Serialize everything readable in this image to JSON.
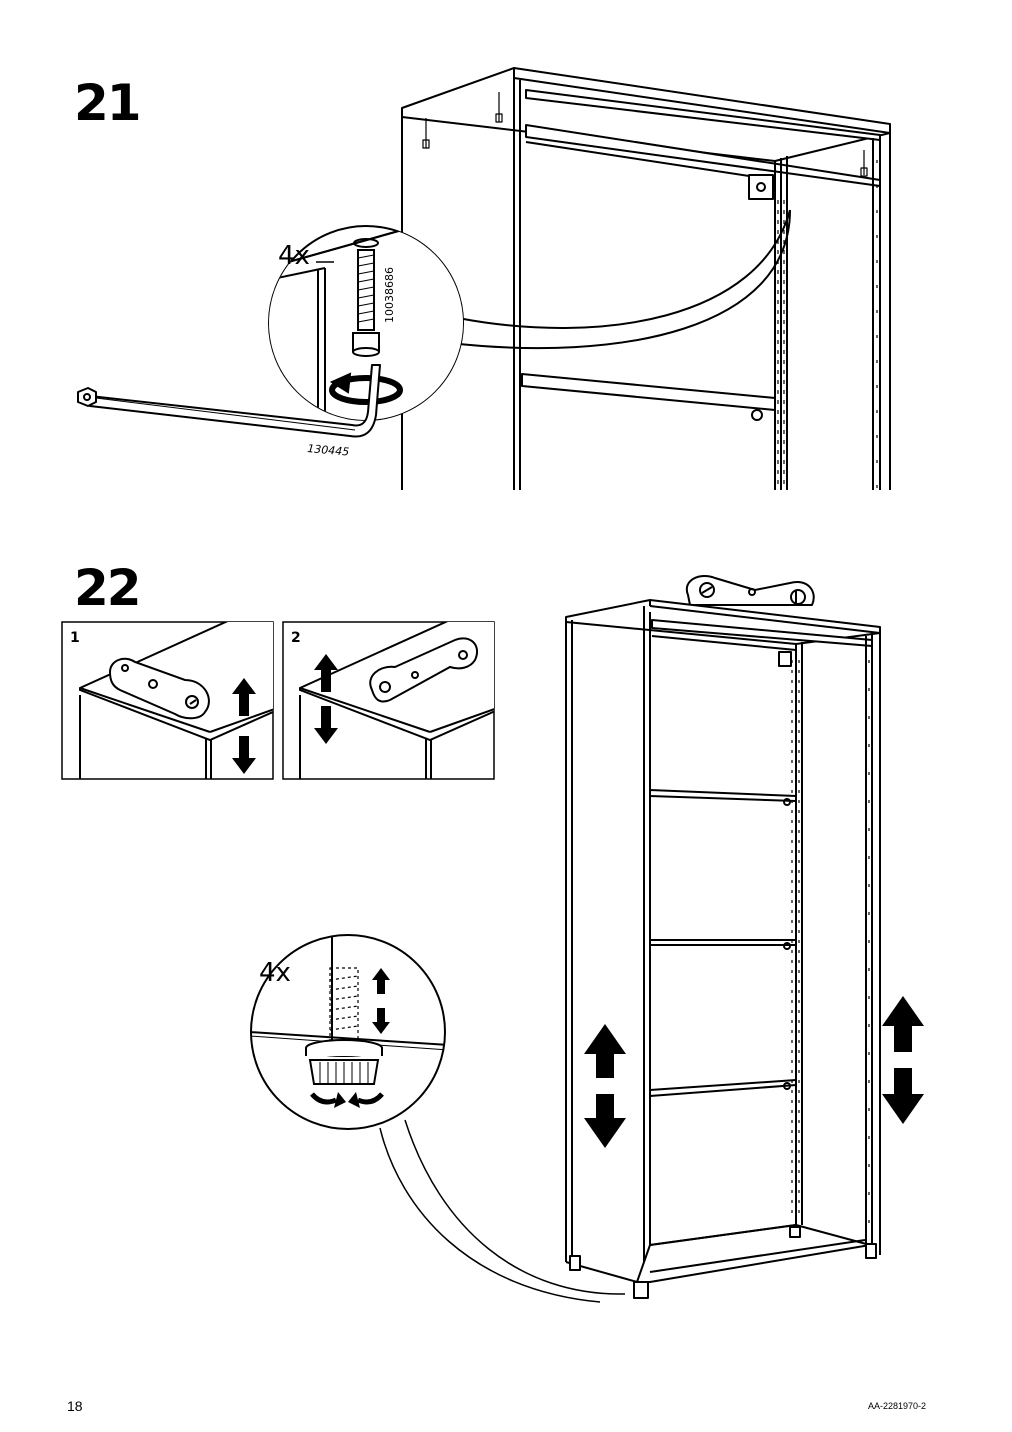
{
  "steps": [
    {
      "number": "21",
      "quantity": "4x",
      "screw_part": "10038686",
      "tool_part": "130445"
    },
    {
      "number": "22",
      "panel_1": "1",
      "panel_2": "2",
      "quantity": "4x"
    }
  ],
  "footer": {
    "page_number": "18",
    "document_code": "AA-2281970-2"
  }
}
